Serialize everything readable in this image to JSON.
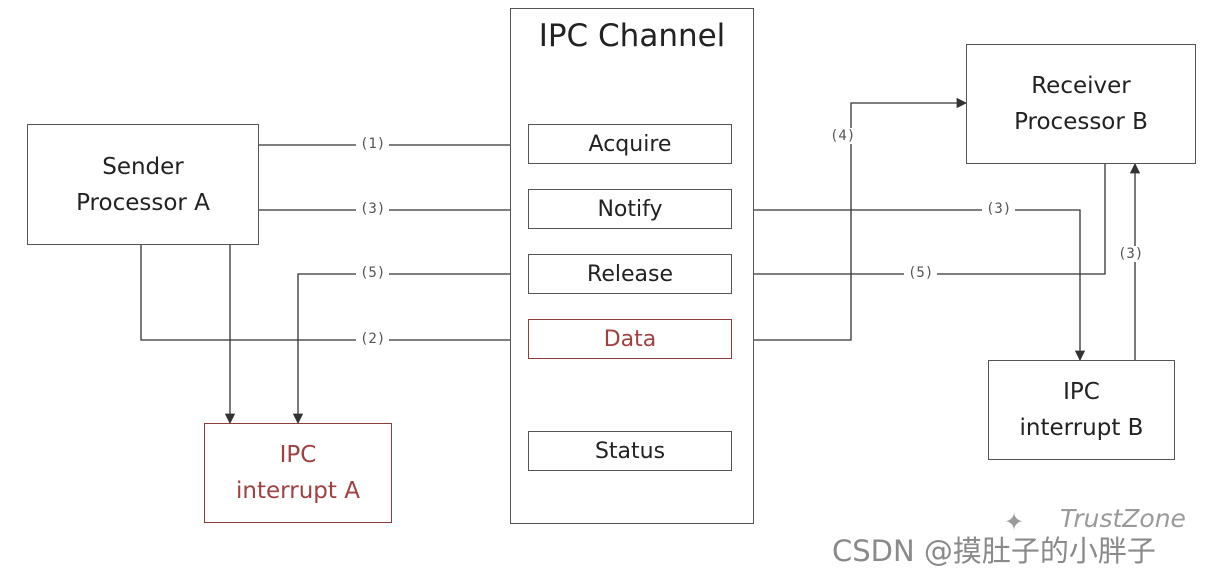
{
  "channel": {
    "title": "IPC Channel",
    "slots": {
      "acquire": "Acquire",
      "notify": "Notify",
      "release": "Release",
      "data": "Data",
      "status": "Status"
    }
  },
  "sender": "Sender\nProcessor A",
  "receiver": "Receiver\nProcessor B",
  "interrupt_a": "IPC\ninterrupt A",
  "interrupt_b": "IPC\ninterrupt B",
  "labels": {
    "acquire_step": "(1)",
    "notify_step": "(3)",
    "release_step": "(5)",
    "data_step": "(2)",
    "data_to_receiver_step": "(4)",
    "notify_to_interrupt_b_step": "(3)",
    "receiver_release_step": "(5)",
    "interrupt_b_to_receiver_step": "(3)"
  },
  "watermark": {
    "brand": "TrustZone",
    "csdn": "CSDN @摸肚子的小胖子",
    "logo_icon": "wechat-icon"
  },
  "colors": {
    "border": "#555555",
    "highlight": "#8e3b3b",
    "text": "#222222"
  }
}
